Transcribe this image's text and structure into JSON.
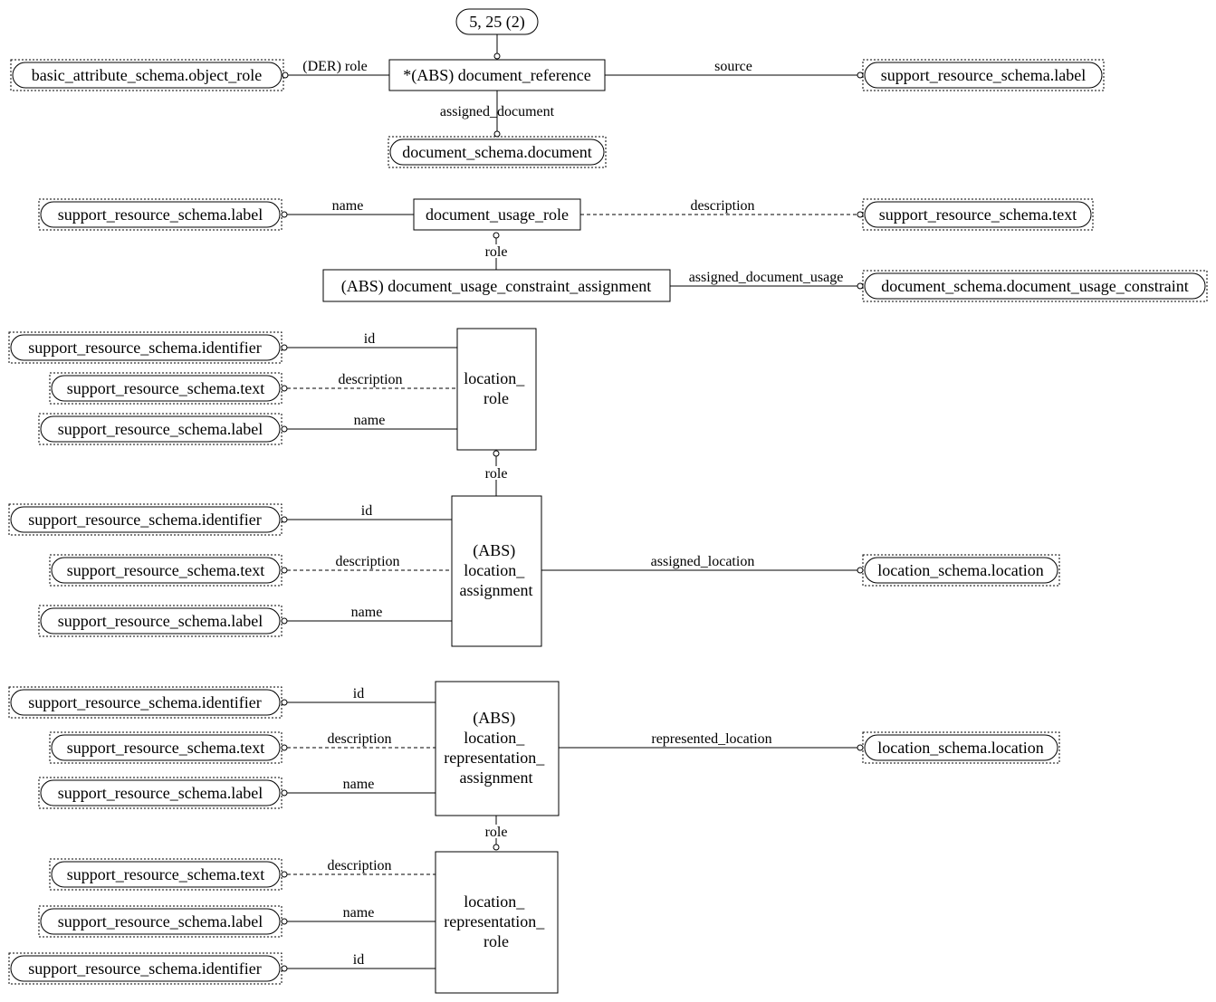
{
  "page_ref": "5, 25 (2)",
  "entities": {
    "document_reference": "*(ABS) document_reference",
    "document_usage_role": "document_usage_role",
    "document_usage_constraint_assignment": "(ABS) document_usage_constraint_assignment",
    "location_role": [
      "location_",
      "role"
    ],
    "location_assignment": [
      "(ABS)",
      "location_",
      "assignment"
    ],
    "location_representation_assignment": [
      "(ABS)",
      "location_",
      "representation_",
      "assignment"
    ],
    "location_representation_role": [
      "location_",
      "representation_",
      "role"
    ]
  },
  "types": {
    "object_role": "basic_attribute_schema.object_role",
    "label": "support_resource_schema.label",
    "document": "document_schema.document",
    "text": "support_resource_schema.text",
    "document_usage_constraint": "document_schema.document_usage_constraint",
    "identifier": "support_resource_schema.identifier",
    "location": "location_schema.location"
  },
  "attributes": {
    "der_role": "(DER) role",
    "source": "source",
    "assigned_document": "assigned_document",
    "name": "name",
    "description": "description",
    "role": "role",
    "assigned_document_usage": "assigned_document_usage",
    "id": "id",
    "assigned_location": "assigned_location",
    "represented_location": "represented_location"
  }
}
